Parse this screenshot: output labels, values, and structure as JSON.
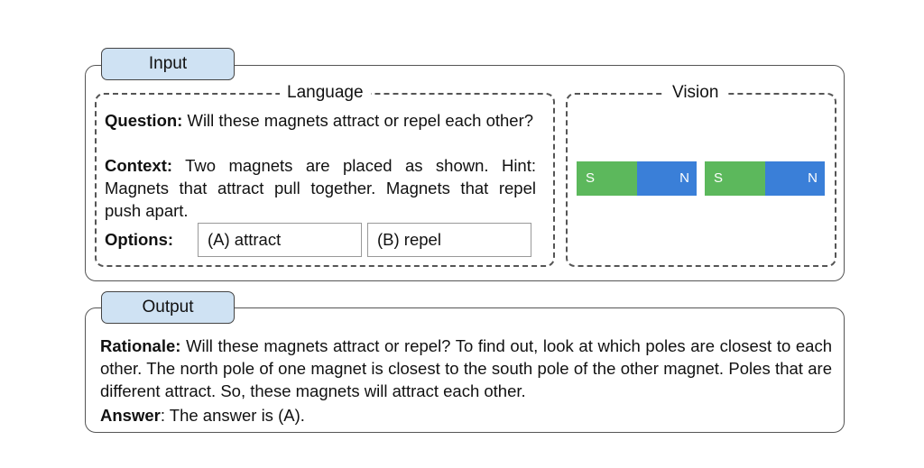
{
  "input": {
    "tag": "Input",
    "language": {
      "label": "Language",
      "question_label": "Question:",
      "question_text": " Will these magnets attract or repel each other?",
      "context_label": "Context:",
      "context_text": " Two magnets are placed as shown. Hint: Magnets that attract pull together. Magnets that repel push apart.",
      "options_label": "Options:",
      "options": [
        "(A) attract",
        "(B) repel"
      ]
    },
    "vision": {
      "label": "Vision",
      "magnets": [
        {
          "left_pole": "S",
          "right_pole": "N"
        },
        {
          "left_pole": "S",
          "right_pole": "N"
        }
      ],
      "colors": {
        "south": "#5cb85c",
        "north": "#3a7fd8"
      }
    }
  },
  "output": {
    "tag": "Output",
    "rationale_label": "Rationale:",
    "rationale_text": " Will these magnets attract or repel? To find out, look at which poles are closest to each other. The north pole of one magnet is closest to the south pole of the other magnet. Poles that are different attract. So, these magnets will attract each other.",
    "answer_label": "Answer",
    "answer_text": ": The answer is (A)."
  }
}
